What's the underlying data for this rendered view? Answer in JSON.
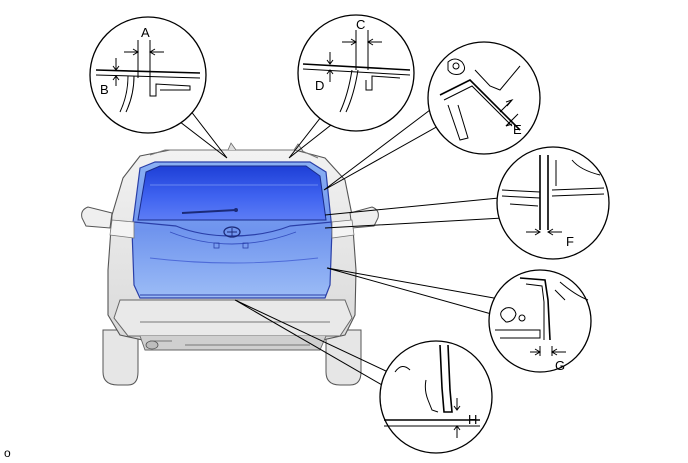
{
  "figure": {
    "reference_code": "o",
    "detail_labels": [
      "A",
      "B",
      "C",
      "D",
      "E",
      "F",
      "G",
      "H"
    ]
  }
}
